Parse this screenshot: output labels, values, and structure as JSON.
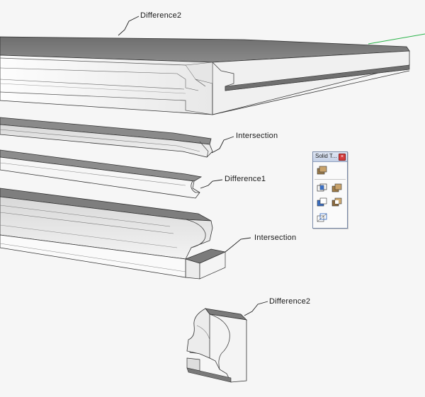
{
  "callouts": {
    "difference2_top": "Difference2",
    "intersection_1": "Intersection",
    "difference1": "Difference1",
    "intersection_2": "Intersection",
    "difference2_bottom": "Difference2"
  },
  "solid_tools_panel": {
    "title": "Solid T...",
    "close_glyph": "×",
    "tools": [
      {
        "name": "outer-shell-icon"
      },
      {
        "name": "intersect-icon"
      },
      {
        "name": "union-icon"
      },
      {
        "name": "subtract-icon"
      },
      {
        "name": "trim-icon"
      },
      {
        "name": "split-icon"
      }
    ]
  },
  "colors": {
    "background": "#f6f6f6",
    "slab_top": "#7b7b7b",
    "face_light": "#f2f2f2",
    "axis_green": "#2bb34a"
  }
}
